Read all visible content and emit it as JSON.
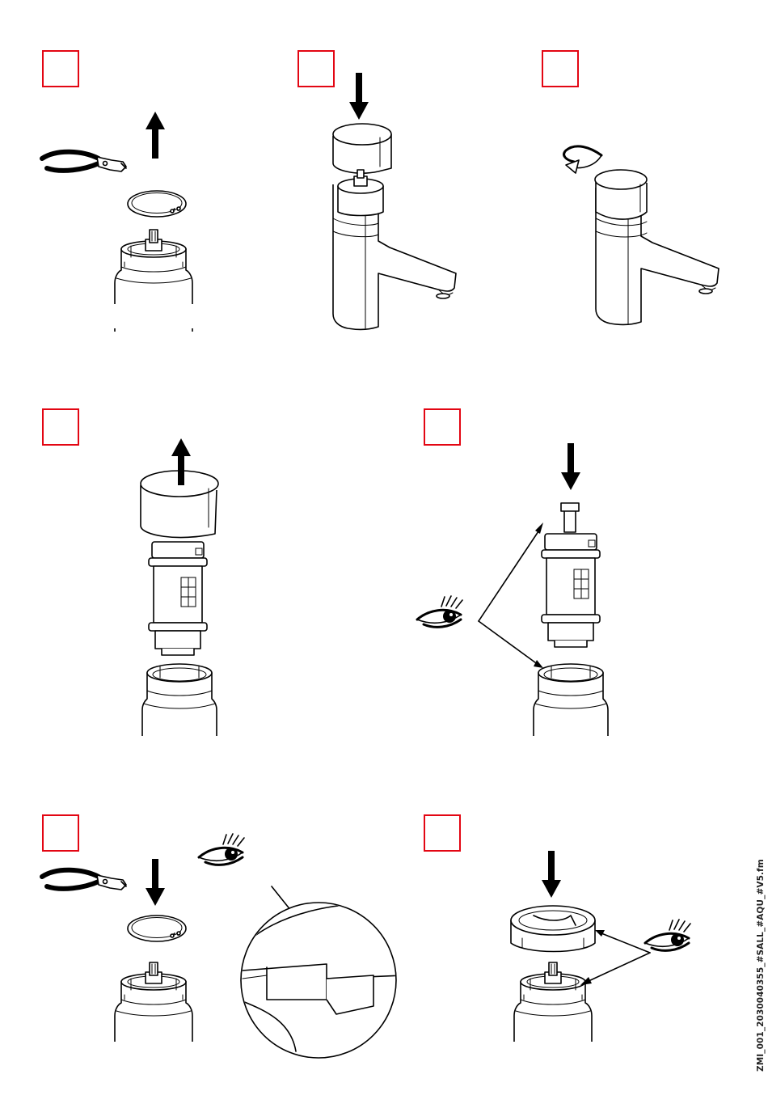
{
  "footer": {
    "document_id": "ZMI_001_2030040355_#SALL_#AQU_#V5.fm"
  },
  "colors": {
    "step_box": "#e30613",
    "line": "#000000"
  },
  "steps": [
    {
      "id": 1,
      "icons": [
        "circlip-pliers-icon",
        "retaining-ring-icon",
        "up-arrow-icon"
      ]
    },
    {
      "id": 2,
      "icons": [
        "handle-cap-icon",
        "down-arrow-icon",
        "faucet-icon"
      ]
    },
    {
      "id": 3,
      "icons": [
        "rotate-arrow-icon",
        "faucet-icon"
      ]
    },
    {
      "id": 4,
      "icons": [
        "cartridge-icon",
        "up-arrow-icon"
      ]
    },
    {
      "id": 5,
      "icons": [
        "eye-icon",
        "cartridge-icon",
        "down-arrow-icon"
      ]
    },
    {
      "id": 6,
      "icons": [
        "circlip-pliers-icon",
        "eye-icon",
        "magnifier-detail-icon"
      ]
    },
    {
      "id": 7,
      "icons": [
        "eye-icon",
        "adapter-ring-icon",
        "down-arrow-icon"
      ]
    }
  ]
}
